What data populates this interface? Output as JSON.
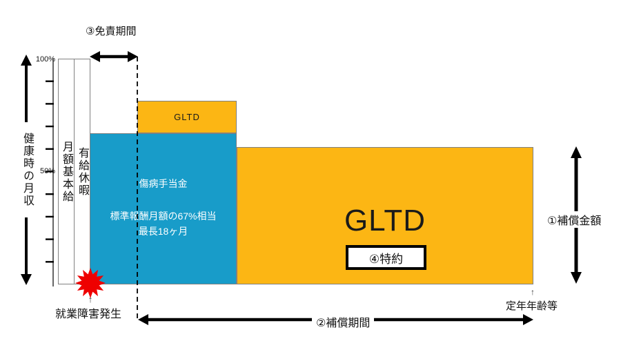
{
  "labels": {
    "exemption_period": "③免責期間",
    "compensation_amount": "①補償金額",
    "compensation_period": "②補償期間",
    "rider": "④特約",
    "disability_event": "就業障害発生",
    "retirement_age": "定年年齢等",
    "up_arrow_mark": "↑"
  },
  "axis": {
    "percent_100": "100%",
    "percent_50": "50%",
    "label": "健康時の月収"
  },
  "bars": {
    "monthly_base_salary": "月額基本給",
    "paid_leave": "有給休暇"
  },
  "sickness_allowance": {
    "title": "傷病手当金",
    "detail1": "標準報酬月額の67%相当",
    "detail2": "最長18ヶ月"
  },
  "gltd": {
    "small_label": "GLTD",
    "large_label": "GLTD"
  },
  "colors": {
    "orange": "#FCB614",
    "blue": "#189CC9",
    "red": "#EE0000",
    "border_gray": "#808080",
    "black": "#000000"
  }
}
